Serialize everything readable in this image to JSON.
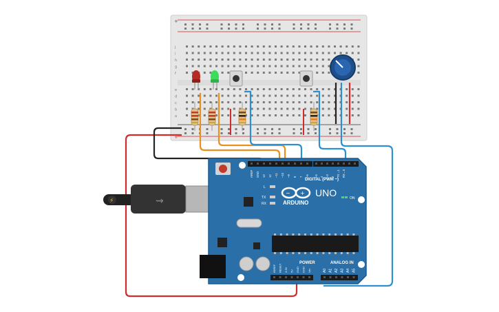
{
  "arduino": {
    "brand": "ARDUINO",
    "model": "UNO",
    "on_label": "ON",
    "digital_label": "DIGITAL (PWM ~)",
    "power_label": "POWER",
    "analog_label": "ANALOG IN",
    "led_l": "L",
    "led_tx": "TX",
    "led_rx": "RX",
    "top_pins": [
      "AREF",
      "GND",
      "13",
      "12",
      "~11",
      "~10",
      "~9",
      "8",
      "7",
      "~6",
      "~5",
      "4",
      "~3",
      "2",
      "TX→1",
      "RX←0"
    ],
    "power_pins": [
      "IOREF",
      "RESET",
      "3.3V",
      "5V",
      "GND",
      "GND",
      "Vin"
    ],
    "analog_pins": [
      "A0",
      "A1",
      "A2",
      "A3",
      "A4",
      "A5"
    ]
  },
  "breadboard": {
    "row_letters_top": [
      "j",
      "i",
      "h",
      "g",
      "f"
    ],
    "row_letters_bottom": [
      "e",
      "d",
      "c",
      "b",
      "a"
    ]
  },
  "colors": {
    "board": "#2a6fa8",
    "breadboard": "#e8e8e8",
    "wire_red": "#d22b2b",
    "wire_black": "#222222",
    "wire_orange": "#e8901f",
    "wire_blue": "#2b8fd0",
    "led_red": "#c0392b",
    "led_green": "#3ddc5c",
    "pot": "#1f4f8a"
  }
}
